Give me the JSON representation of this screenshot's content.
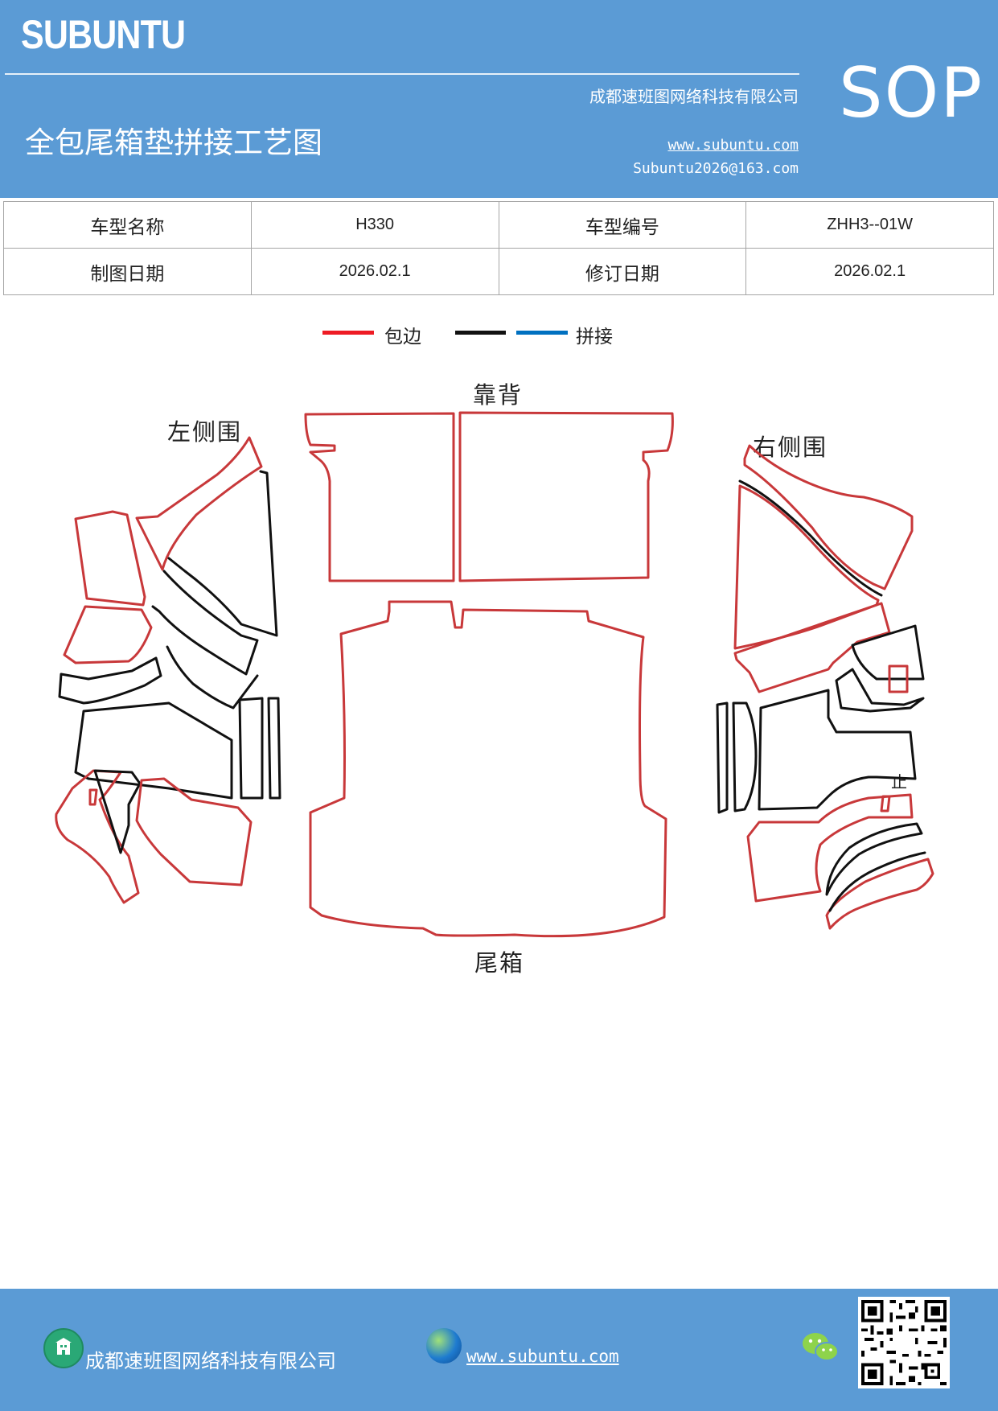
{
  "header": {
    "brand": "SUBUNTU",
    "company": "成都速班图网络科技有限公司",
    "title": "全包尾箱垫拼接工艺图",
    "website": "www.subuntu.com",
    "email": "Subuntu2026@163.com",
    "badge": "SOP"
  },
  "info_table": {
    "rows": [
      {
        "label1": "车型名称",
        "value1": "H330",
        "label2": "车型编号",
        "value2": "ZHH3--01W"
      },
      {
        "label1": "制图日期",
        "value1": "2026.02.1",
        "label2": "修订日期",
        "value2": "2026.02.1"
      }
    ]
  },
  "legend": {
    "items": [
      {
        "label": "包边",
        "color": "#ee1c24"
      },
      {
        "label": "",
        "color": "#111111"
      },
      {
        "label": "拼接",
        "color": "#0070c0"
      }
    ]
  },
  "diagram": {
    "labels": {
      "back": "靠背",
      "left_side": "左侧围",
      "right_side": "右侧围",
      "trunk": "尾箱",
      "mark": "止"
    },
    "colors": {
      "edge": "#c8383a",
      "seam": "#111111"
    }
  },
  "footer": {
    "company": "成都速班图网络科技有限公司",
    "website": "www.subuntu.com",
    "icons": [
      "building-icon",
      "globe-icon",
      "wechat-icon",
      "qr-code"
    ]
  }
}
